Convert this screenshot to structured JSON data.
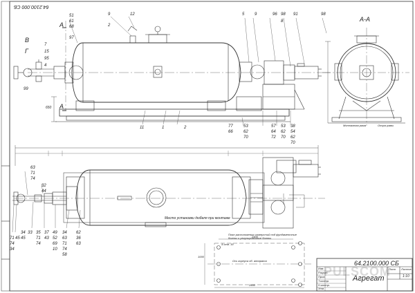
{
  "drawing": {
    "number_rotated": "64.2100.000 СБ",
    "stamp_number": "64.2100.000 СБ",
    "stamp_title": "Агрегат",
    "section_label": "А-А",
    "section_mark_top": "А",
    "section_mark_bottom": "А",
    "view_b": "В",
    "view_g": "Г",
    "dim_650": "650"
  },
  "callouts_top": [
    "51",
    "61",
    "68",
    "97",
    "9",
    "2",
    "12",
    "5",
    "9",
    "96",
    "98",
    "91",
    "98",
    "8",
    "11",
    "1",
    "2",
    "77",
    "66",
    "53",
    "62",
    "70",
    "57",
    "64",
    "72",
    "38",
    "54",
    "62",
    "70",
    "53",
    "62",
    "70",
    "7",
    "15",
    "95",
    "4",
    "99"
  ],
  "callouts_bottom": [
    "63",
    "71",
    "74",
    "32",
    "44",
    "33",
    "34",
    "45",
    "35",
    "71",
    "74",
    "37",
    "43",
    "49",
    "52",
    "69",
    "10",
    "34",
    "63",
    "71",
    "74",
    "58",
    "62",
    "36",
    "63",
    "71",
    "74",
    "34",
    "45"
  ],
  "notes": {
    "mount_place": "Место установки дюбеля при монтаже",
    "mounting_frame": "Монтажная рама",
    "frame_support": "Опора рамы",
    "plan_text": "План расположения отверстий под фундаментные болты и регулировочные болты",
    "axis_vessel": "Ось корпуса об. аппарата",
    "dim_4_holes": "4 отв. 30",
    "dim_2600": "2600",
    "dim_1000": "1000",
    "dim_2400": "2400"
  },
  "stamp": {
    "sheet": "Лист",
    "sheets": "Листов",
    "scale": "1:10",
    "rows": [
      "Изм.",
      "Разраб.",
      "Пров.",
      "Т.контр.",
      "Н.контр.",
      "Утв."
    ]
  },
  "watermark": "PULSCOM"
}
